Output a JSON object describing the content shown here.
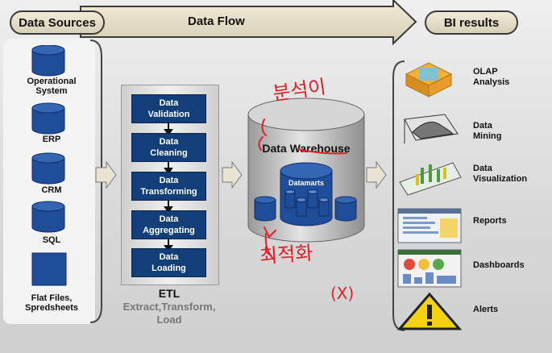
{
  "header": {
    "data_sources": "Data Sources",
    "data_flow": "Data Flow",
    "bi_results": "BI results"
  },
  "sources": [
    {
      "label": "Operational System"
    },
    {
      "label": "ERP"
    },
    {
      "label": "CRM"
    },
    {
      "label": "SQL"
    },
    {
      "label": "Flat Files, Spredsheets"
    }
  ],
  "etl": {
    "steps": [
      {
        "line1": "Data",
        "line2": "Validation"
      },
      {
        "line1": "Data",
        "line2": "Cleaning"
      },
      {
        "line1": "Data",
        "line2": "Transforming"
      },
      {
        "line1": "Data",
        "line2": "Aggregating"
      },
      {
        "line1": "Data",
        "line2": "Loading"
      }
    ],
    "title": "ETL",
    "subtitle_line1": "Extract,Transform,",
    "subtitle_line2": "Load"
  },
  "warehouse": {
    "title": "Data Warehouse",
    "datamarts": "Datamarts",
    "annotation_top": "분석이",
    "annotation_bottom": "최적화",
    "annotation_x": "(X)"
  },
  "bi": [
    {
      "line1": "OLAP",
      "line2": "Analysis",
      "icon": "olap-cube-icon"
    },
    {
      "line1": "Data",
      "line2": "Mining",
      "icon": "data-mining-surface-icon"
    },
    {
      "line1": "Data",
      "line2": "Visualization",
      "icon": "data-visualization-icon"
    },
    {
      "line1": "Reports",
      "line2": "",
      "icon": "report-screenshot-icon"
    },
    {
      "line1": "Dashboards",
      "line2": "",
      "icon": "dashboard-screenshot-icon"
    },
    {
      "line1": "Alerts",
      "line2": "",
      "icon": "warning-triangle-icon"
    }
  ],
  "colors": {
    "etl_box": "#123f7a",
    "cylinder_blue": "#1f4d9a",
    "annotation_red": "#e0202a",
    "pill_fill": "#efe6cf"
  }
}
